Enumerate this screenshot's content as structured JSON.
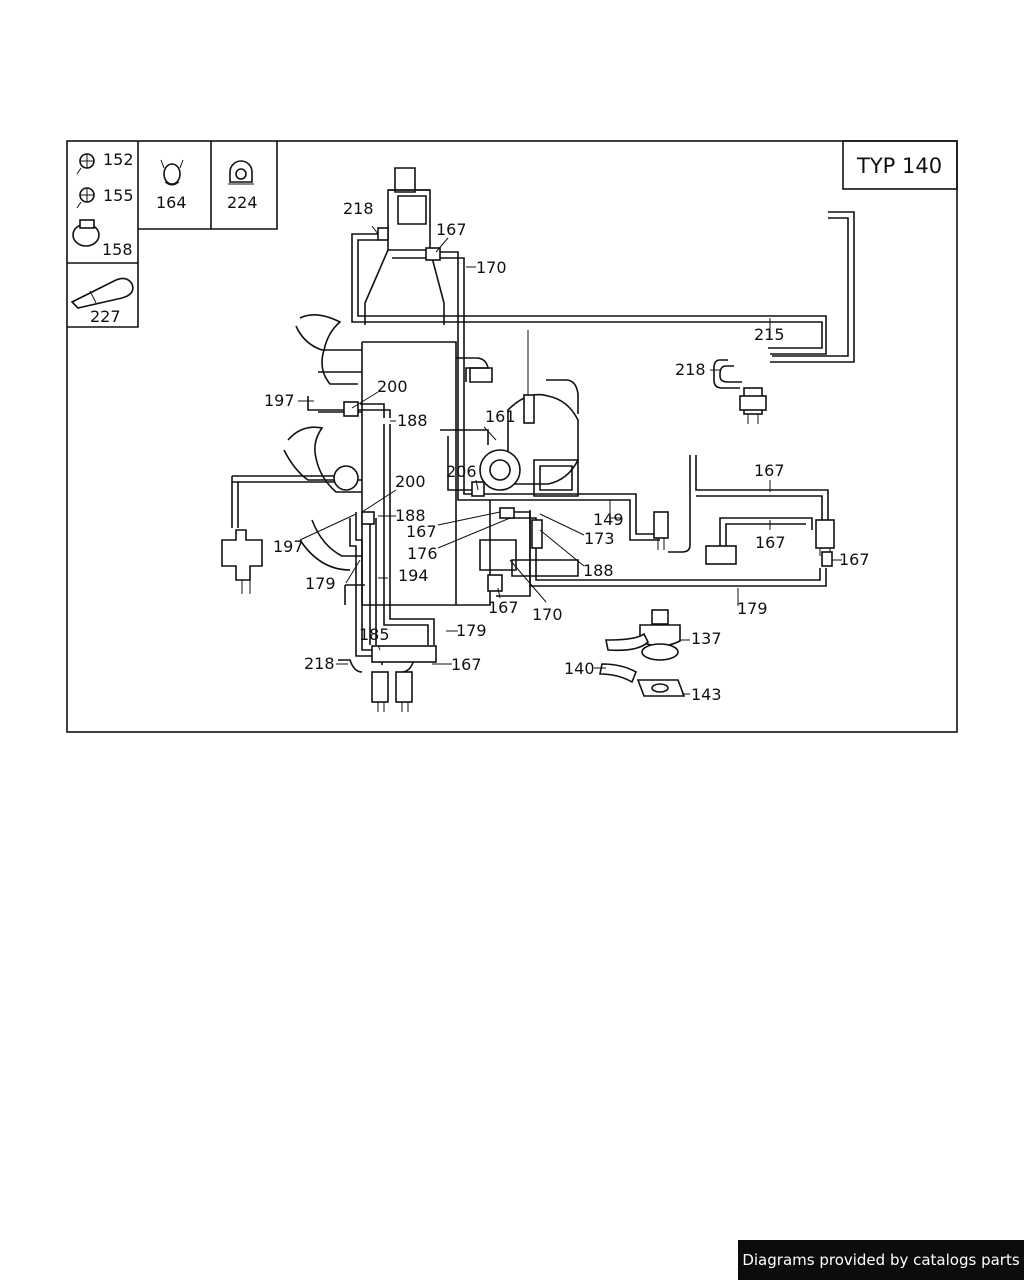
{
  "diagram": {
    "model_label": "TYP 140",
    "legend_numbers": [
      "152",
      "155",
      "158",
      "164",
      "224",
      "227"
    ],
    "callouts": [
      "218",
      "167",
      "170",
      "215",
      "218",
      "197",
      "200",
      "188",
      "161",
      "206",
      "200",
      "197",
      "188",
      "167",
      "176",
      "149",
      "173",
      "167",
      "167",
      "167",
      "188",
      "179",
      "194",
      "167",
      "170",
      "179",
      "179",
      "185",
      "218",
      "167",
      "137",
      "140",
      "143"
    ]
  },
  "footer": {
    "credit": "Diagrams provided by catalogs parts"
  }
}
